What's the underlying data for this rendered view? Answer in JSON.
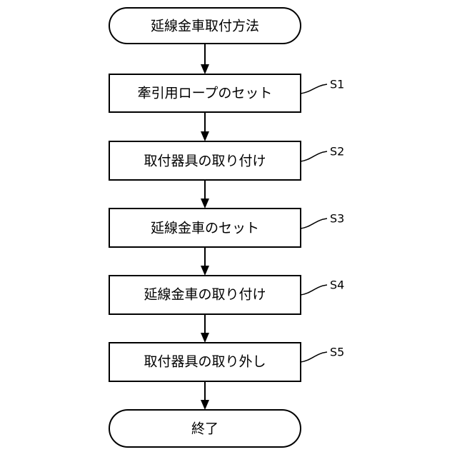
{
  "flowchart": {
    "start": {
      "label": "延線金車取付方法"
    },
    "steps": [
      {
        "id": "S1",
        "label": "牽引用ロープのセット"
      },
      {
        "id": "S2",
        "label": "取付器具の取り付け"
      },
      {
        "id": "S3",
        "label": "延線金車のセット"
      },
      {
        "id": "S4",
        "label": "延線金車の取り付け"
      },
      {
        "id": "S5",
        "label": "取付器具の取り外し"
      }
    ],
    "end": {
      "label": "終了"
    }
  }
}
